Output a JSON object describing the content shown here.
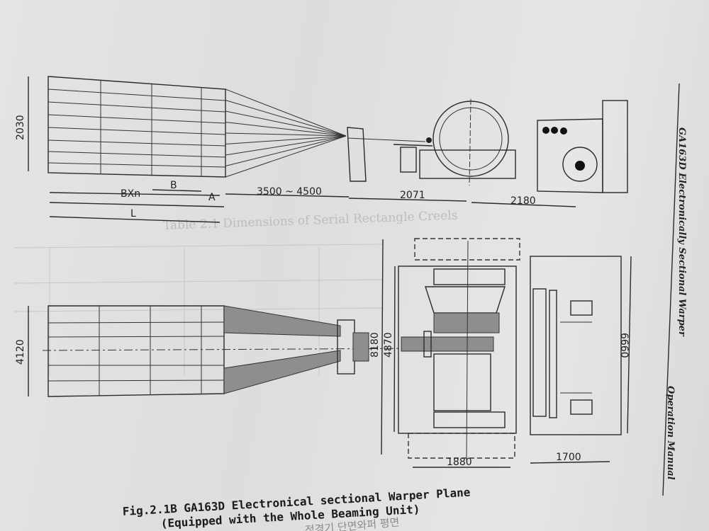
{
  "header": {
    "title": "GA163D Electronically Sectional Warper",
    "section": "Operation Manual"
  },
  "top_view": {
    "height": "2030",
    "bxn": "BXn",
    "b": "B",
    "a": "A",
    "l": "L",
    "distance": "3500 ~ 4500",
    "d2071": "2071",
    "d2180": "2180"
  },
  "plan_view": {
    "width": "4120",
    "d8180": "8180",
    "d4870": "4870",
    "d6660": "6660",
    "d1880": "1880",
    "d1700": "1700"
  },
  "bleed_through": {
    "table_title": "Table 2.1 Dimensions of Serial Rectangle Creels"
  },
  "caption": {
    "line1": "Fig.2.1B GA163D Electronical sectional Warper Plane",
    "line2": "(Equipped with the Whole Beaming Unit)"
  },
  "handwritten_note": "정경기 단면와퍼 평면"
}
